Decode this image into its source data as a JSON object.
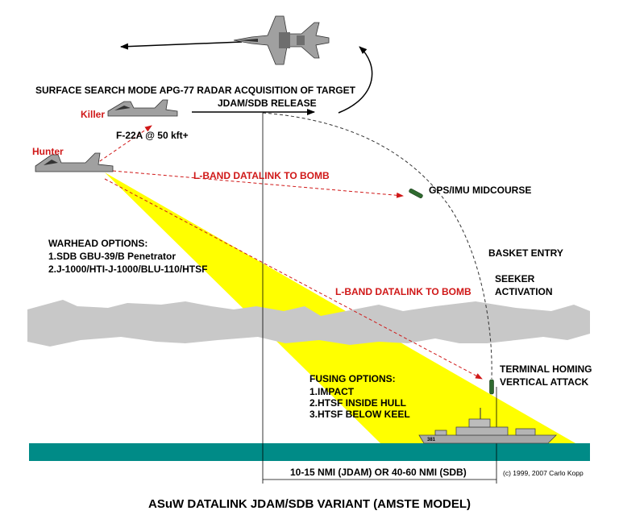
{
  "labels": {
    "radar_mode": "SURFACE SEARCH MODE APG-77 RADAR ACQUISITION OF TARGET",
    "release": "JDAM/SDB RELEASE",
    "killer": "Killer",
    "hunter": "Hunter",
    "killer_altitude": "F-22A @ 50 kft+",
    "datalink_1": "L-BAND DATALINK TO BOMB",
    "datalink_2": "L-BAND DATALINK TO BOMB",
    "midcourse": "GPS/IMU MIDCOURSE",
    "basket_entry": "BASKET ENTRY",
    "seeker_1": "SEEKER",
    "seeker_2": "ACTIVATION",
    "terminal_1": "TERMINAL HOMING",
    "terminal_2": "VERTICAL ATTACK",
    "range": "10-15 NMI (JDAM) OR 40-60 NMI (SDB)",
    "copyright": "(c) 1999, 2007 Carlo Kopp",
    "title": "ASuW DATALINK JDAM/SDB VARIANT (AMSTE MODEL)",
    "ship_number": "381"
  },
  "warhead": {
    "heading": "WARHEAD OPTIONS:",
    "options": [
      "1.SDB GBU-39/B Penetrator",
      "2.J-1000/HTI-J-1000/BLU-110/HTSF"
    ]
  },
  "fusing": {
    "heading": "FUSING OPTIONS:",
    "options": [
      "1.IMPACT",
      "2.HTSF INSIDE HULL",
      "3.HTSF BELOW KEEL"
    ]
  },
  "colors": {
    "sea": "#008b87",
    "cloud": "#c8c8c8",
    "radar_beam": "#ffff00",
    "datalink": "#d01818",
    "aircraft": "#a0a0a0"
  }
}
